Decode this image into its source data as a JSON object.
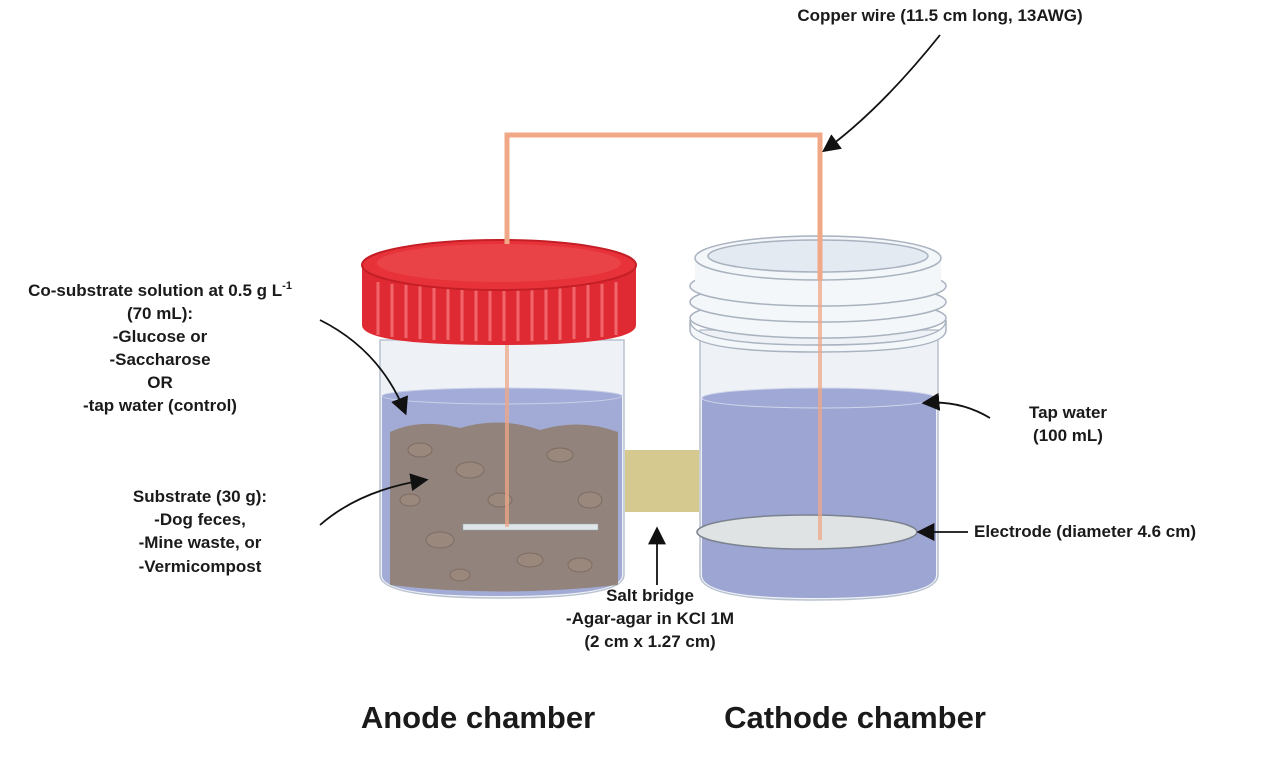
{
  "labels": {
    "copper_wire": "Copper wire (11.5 cm long, 13AWG)",
    "cosubstrate": {
      "line1": "Co-substrate solution at 0.5 g L",
      "line1_sup": "-1",
      "line2": "(70 mL):",
      "line3": "-Glucose or",
      "line4": "-Saccharose",
      "line5": "OR",
      "line6": "-tap water (control)"
    },
    "substrate": [
      "Substrate (30 g):",
      "-Dog feces,",
      "-Mine waste, or",
      "-Vermicompost"
    ],
    "tap_water": [
      "Tap water",
      "(100 mL)"
    ],
    "electrode": "Electrode (diameter 4.6 cm)",
    "salt_bridge": [
      "Salt bridge",
      "-Agar-agar in KCl 1M",
      "(2 cm x 1.27 cm)"
    ]
  },
  "titles": {
    "anode": "Anode chamber",
    "cathode": "Cathode chamber"
  },
  "colors": {
    "cap": "#e8323a",
    "wire": "#f0a887",
    "water": "#8e98cc",
    "substrate": "#8f7b6c",
    "salt_bridge": "#d6c98f"
  }
}
